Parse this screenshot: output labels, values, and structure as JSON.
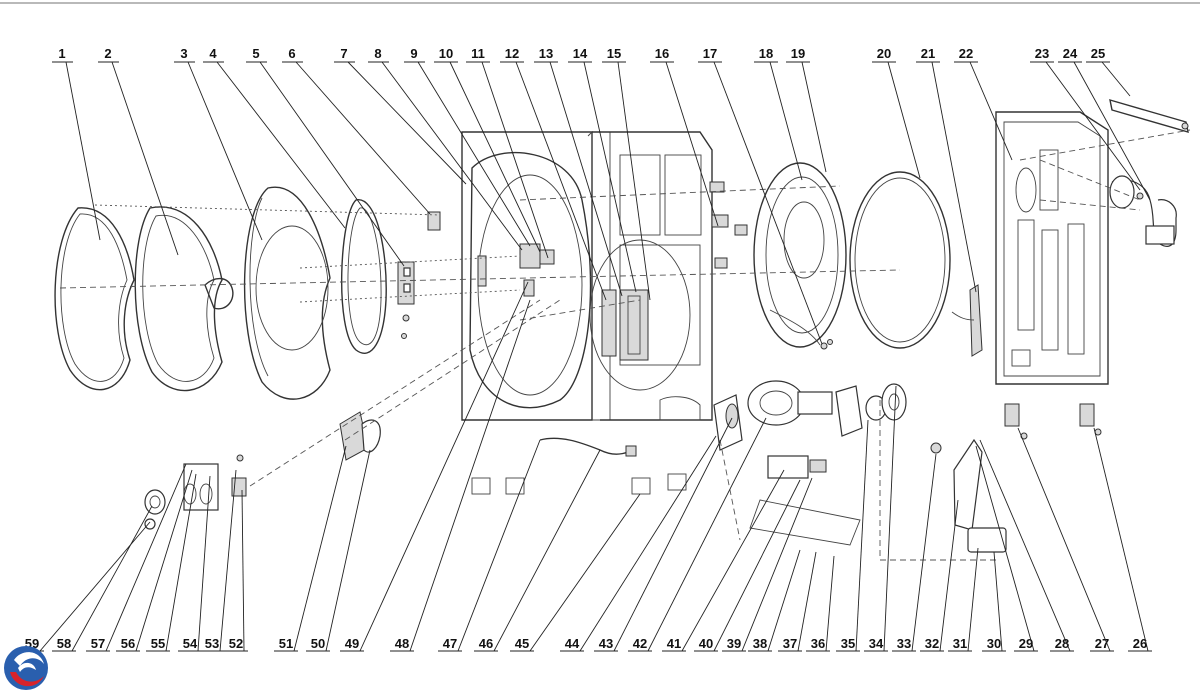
{
  "diagram": {
    "top_labels": [
      "1",
      "2",
      "3",
      "4",
      "5",
      "6",
      "7",
      "8",
      "9",
      "10",
      "11",
      "12",
      "13",
      "14",
      "15",
      "16",
      "17",
      "18",
      "19",
      "20",
      "21",
      "22",
      "23",
      "24",
      "25"
    ],
    "bottom_labels": [
      "59",
      "58",
      "57",
      "56",
      "55",
      "54",
      "53",
      "52",
      "51",
      "50",
      "49",
      "48",
      "47",
      "46",
      "45",
      "44",
      "43",
      "42",
      "41",
      "40",
      "39",
      "38",
      "37",
      "36",
      "35",
      "34",
      "33",
      "32",
      "31",
      "30",
      "29",
      "28",
      "27",
      "26"
    ]
  },
  "colors": {
    "logo_blue": "#2a5fae",
    "logo_red": "#d8232a",
    "line": "#333333",
    "header_rule": "#b9b9b9"
  },
  "logo": {
    "icon": "brand-swirl-icon"
  }
}
